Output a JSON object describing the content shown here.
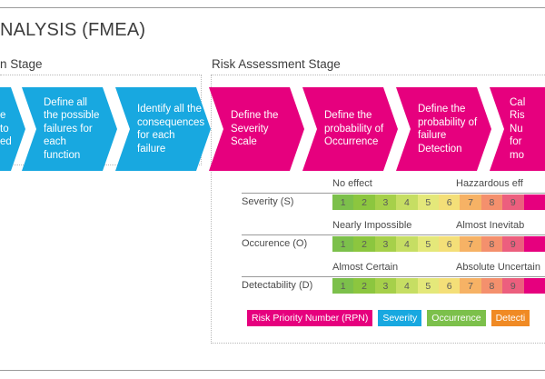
{
  "header": {
    "title": "NALYSIS (FMEA)"
  },
  "stages": [
    {
      "id": "design",
      "label": "n Stage"
    },
    {
      "id": "risk",
      "label": "Risk Assessment Stage"
    }
  ],
  "process_steps": [
    {
      "id": "step-1",
      "text": "e\nto\ned",
      "color": "#18a8e0",
      "stage": "design",
      "truncated": true
    },
    {
      "id": "step-2",
      "text": "Define all the possible failures for each function",
      "color": "#18a8e0",
      "stage": "design",
      "truncated": false
    },
    {
      "id": "step-3",
      "text": "Identify all the consequences for each failure",
      "color": "#18a8e0",
      "stage": "design",
      "truncated": false
    },
    {
      "id": "step-4",
      "text": "Define the Severity Scale",
      "color": "#e6007e",
      "stage": "risk",
      "truncated": false
    },
    {
      "id": "step-5",
      "text": "Define the probability of Occurrence",
      "color": "#e6007e",
      "stage": "risk",
      "truncated": false
    },
    {
      "id": "step-6",
      "text": "Define the probability of failure Detection",
      "color": "#e6007e",
      "stage": "risk",
      "truncated": false
    },
    {
      "id": "step-7",
      "text": "Cal\nRis\nNu\nfor\nmo",
      "color": "#e6007e",
      "stage": "risk",
      "truncated": true
    }
  ],
  "scales": [
    {
      "id": "severity",
      "label": "Severity (S)",
      "low_caption": "No effect",
      "high_caption": "Hazzardous eff",
      "values": [
        "1",
        "2",
        "3",
        "4",
        "5",
        "6",
        "7",
        "8",
        "9",
        ""
      ]
    },
    {
      "id": "occurrence",
      "label": "Occurence (O)",
      "low_caption": "Nearly Impossible",
      "high_caption": "Almost Inevitab",
      "values": [
        "1",
        "2",
        "3",
        "4",
        "5",
        "6",
        "7",
        "8",
        "9",
        ""
      ]
    },
    {
      "id": "detectability",
      "label": "Detectability (D)",
      "low_caption": "Almost Certain",
      "high_caption": "Absolute Uncertain",
      "values": [
        "1",
        "2",
        "3",
        "4",
        "5",
        "6",
        "7",
        "8",
        "9",
        ""
      ]
    }
  ],
  "scale_colors": [
    "#7cc04b",
    "#8cc63f",
    "#a6d04a",
    "#c6de63",
    "#e4e87a",
    "#f4df78",
    "#f6b265",
    "#f4906d",
    "#ec5f7e",
    "#e6007e"
  ],
  "legend": [
    {
      "id": "rpn",
      "label": "Risk Priority Number (RPN)",
      "color": "#e6007e"
    },
    {
      "id": "severity",
      "label": "Severity",
      "color": "#18a8e0"
    },
    {
      "id": "occurrence",
      "label": "Occurrence",
      "color": "#7cc04b"
    },
    {
      "id": "detection",
      "label": "Detecti",
      "color": "#f08a24"
    }
  ]
}
